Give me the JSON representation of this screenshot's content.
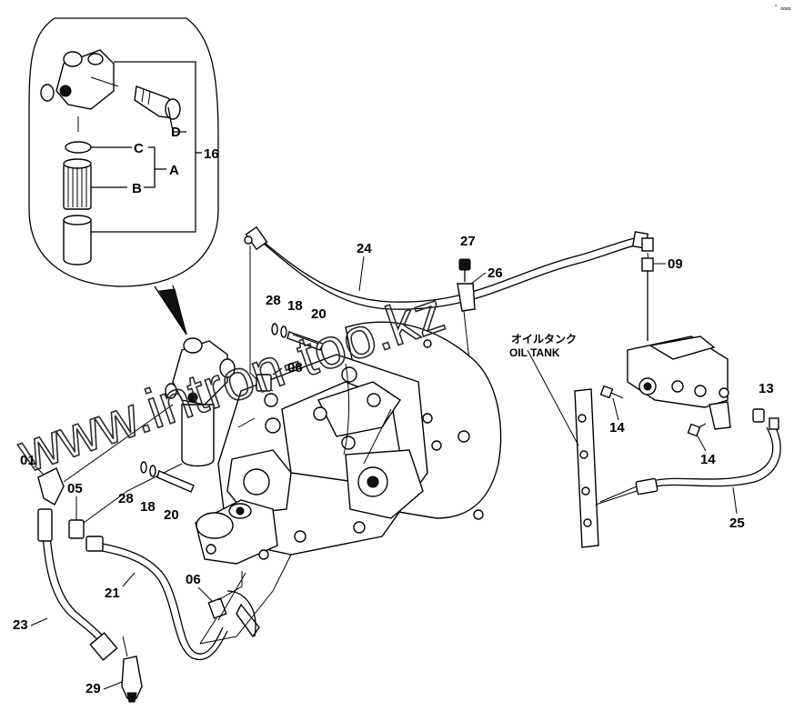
{
  "corner_mark": "ﾟ ∞∞",
  "watermark": "www.intron-too.kz",
  "callouts": {
    "p01": "01",
    "p05": "05",
    "p06": "06",
    "p08": "08",
    "p09": "09",
    "p13": "13",
    "p14a": "14",
    "p14b": "14",
    "p16": "16",
    "p18a": "18",
    "p18b": "18",
    "p20a": "20",
    "p20b": "20",
    "p21": "21",
    "p23": "23",
    "p24": "24",
    "p25": "25",
    "p26": "26",
    "p27": "27",
    "p28a": "28",
    "p28b": "28",
    "p29": "29",
    "A": "A",
    "B": "B",
    "C": "C",
    "D": "D"
  },
  "oil_tank_jp": "オイルタンク",
  "oil_tank_en": "OIL TANK"
}
